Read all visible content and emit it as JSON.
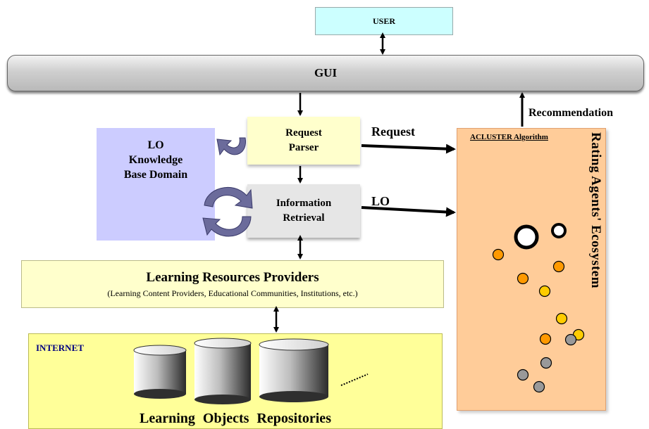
{
  "user": {
    "label": "USER"
  },
  "gui": {
    "label": "GUI"
  },
  "knowledge_base": {
    "lines": [
      "LO",
      "Knowledge",
      "Base Domain"
    ]
  },
  "request_parser": {
    "lines": [
      "Request",
      "Parser"
    ]
  },
  "information_retrieval": {
    "lines": [
      "Information",
      "Retrieval"
    ]
  },
  "arrows": {
    "request": "Request",
    "lo": "LO",
    "recommendation": "Recommendation"
  },
  "acluster": {
    "title": "ACLUSTER Algorithm",
    "ecosystem": "Rating Agents' Ecosystem"
  },
  "providers": {
    "title": "Learning Resources Providers",
    "subtitle": "(Learning Content Providers, Educational Communities, Institutions, etc.)"
  },
  "internet": {
    "label": "INTERNET",
    "repositories": "Learning Objects Repositories"
  },
  "colors": {
    "user_box": "#ccffff",
    "kb_box": "#ccccff",
    "parser_box": "#ffffcc",
    "retrieval_box": "#e6e6e6",
    "acluster_panel": "#ffcc99",
    "internet_panel": "#ffff99",
    "agent_orange": "#ff9900",
    "agent_yellow": "#ffcc00",
    "agent_gray": "#999999",
    "cycle_arrow": "#6b6b9b"
  }
}
